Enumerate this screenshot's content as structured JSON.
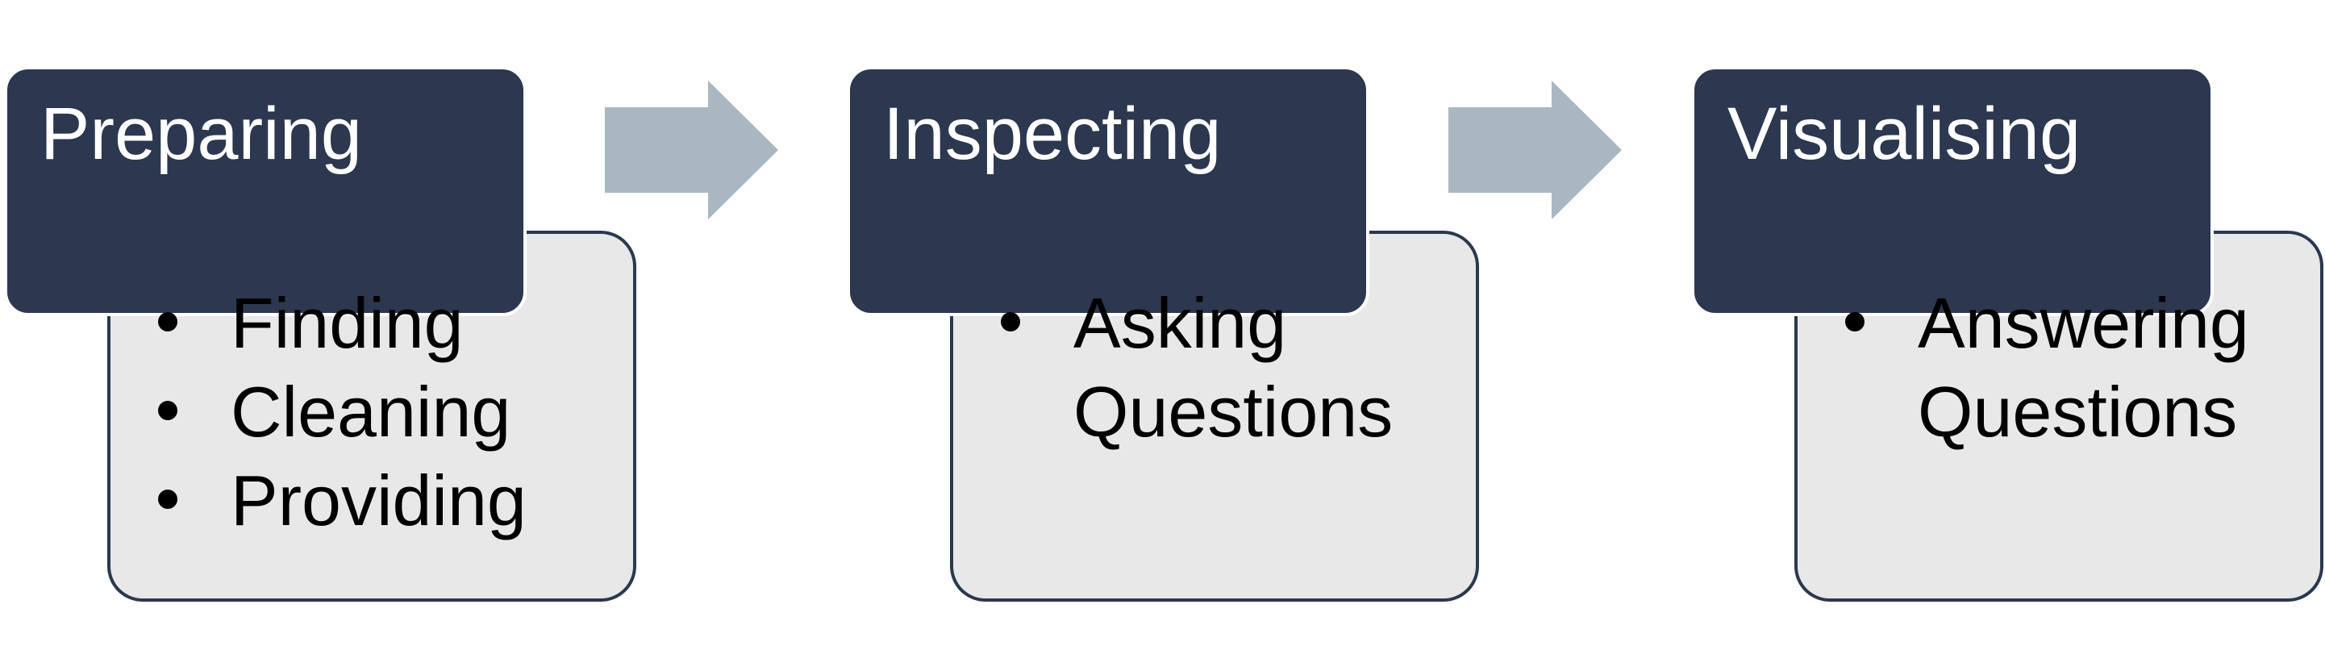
{
  "colors": {
    "header_fill": "#2b384f",
    "detail_fill": "#e6e6e6",
    "detail_border": "#2b384f",
    "arrow_fill": "#a9b7c0",
    "text_dark": "#000000",
    "text_light": "#ffffff"
  },
  "stages": [
    {
      "title": "Preparing",
      "items": [
        "Finding",
        "Cleaning",
        "Providing"
      ]
    },
    {
      "title": "Inspecting",
      "items": [
        "Asking Questions"
      ]
    },
    {
      "title": "Visualising",
      "items": [
        "Answering Questions"
      ]
    }
  ],
  "connectors": [
    {
      "icon": "right-arrow-icon"
    },
    {
      "icon": "right-arrow-icon"
    }
  ]
}
